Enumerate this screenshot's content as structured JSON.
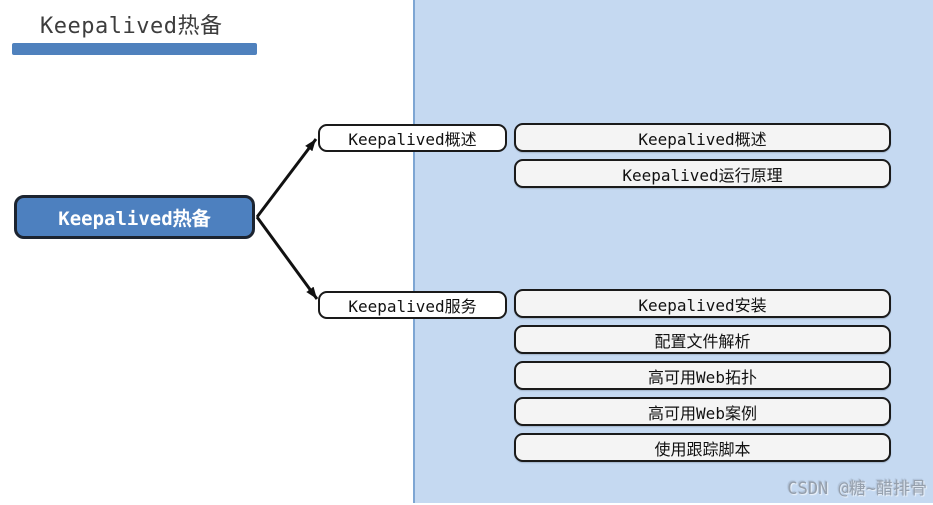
{
  "page": {
    "title": "Keepalived热备",
    "watermark": "CSDN @糖~醋排骨"
  },
  "diagram": {
    "root": {
      "label": "Keepalived热备"
    },
    "branches": [
      {
        "label": "Keepalived概述",
        "children": [
          "Keepalived概述",
          "Keepalived运行原理"
        ]
      },
      {
        "label": "Keepalived服务",
        "children": [
          "Keepalived安装",
          "配置文件解析",
          "高可用Web拓扑",
          "高可用Web案例",
          "使用跟踪脚本"
        ]
      }
    ]
  },
  "colors": {
    "accent_blue": "#4f81bd",
    "panel_blue": "#c5d9f1",
    "panel_border": "#7ea6d3",
    "root_fill": "#4d80bf",
    "root_border": "#1c2430",
    "box_border": "#1a1a1a",
    "arrow": "#111111"
  }
}
